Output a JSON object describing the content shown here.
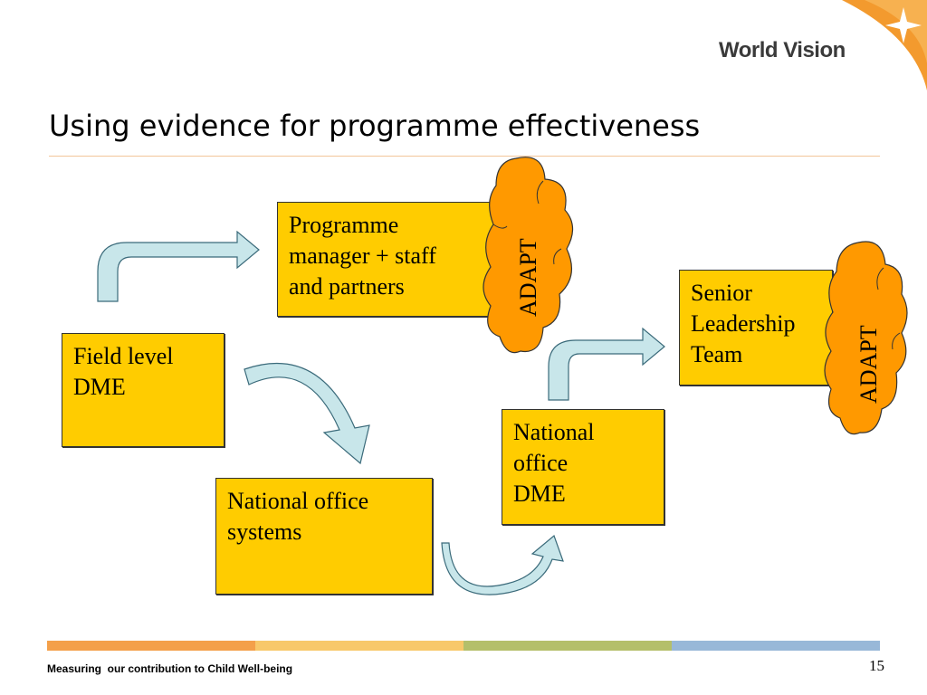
{
  "header": {
    "logo_text": "World Vision"
  },
  "slide": {
    "title": "Using evidence for programme effectiveness"
  },
  "diagram": {
    "programme_box": {
      "line1": "Programme",
      "line2": "manager + staff",
      "line3": "and partners"
    },
    "field_box": {
      "line1": "Field level",
      "line2": "DME"
    },
    "national_systems_box": {
      "line1": "National office",
      "line2": "systems"
    },
    "national_dme_box": {
      "line1": "National",
      "line2": "office",
      "line3": "DME"
    },
    "senior_box": {
      "line1": "Senior",
      "line2": "Leadership",
      "line3": "Team"
    },
    "adapt_label_1": "ADAPT",
    "adapt_label_2": "ADAPT"
  },
  "footer": {
    "text": "Measuring  our contribution to Child Well-being",
    "page_number": "15"
  },
  "colors": {
    "box_fill": "#ffcc00",
    "cloud_fill": "#ff9900",
    "arrow_fill": "#c8e6ea",
    "bar_orange": "#f4a04a",
    "bar_yellow": "#f8c86a",
    "bar_green": "#b4bf6a",
    "bar_blue": "#98b8d8"
  }
}
